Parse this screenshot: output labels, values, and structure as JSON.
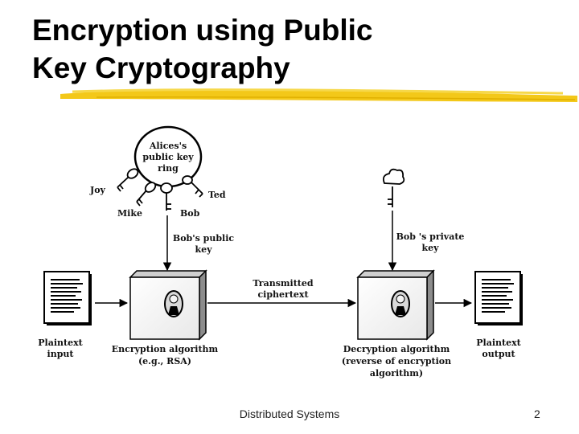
{
  "slide": {
    "title_line1": "Encryption using Public",
    "title_line2": "Key Cryptography",
    "footer_text": "Distributed Systems",
    "page_number": "2",
    "accent_color": "#f2c200"
  },
  "diagram": {
    "key_ring": {
      "lines": [
        "Alices's",
        "public key",
        "ring"
      ]
    },
    "people": {
      "joy": "Joy",
      "mike": "Mike",
      "bob": "Bob",
      "ted": "Ted"
    },
    "bobs_public_key": [
      "Bob's public",
      "key"
    ],
    "bobs_private_key": [
      "Bob 's private",
      "key"
    ],
    "transmitted": [
      "Transmitted",
      "ciphertext"
    ],
    "plaintext_input": [
      "Plaintext",
      "input"
    ],
    "plaintext_output": [
      "Plaintext",
      "output"
    ],
    "encryption_algorithm": [
      "Encryption algorithm",
      "(e.g., RSA)"
    ],
    "decryption_algorithm": [
      "Decryption algorithm",
      "(reverse of encryption",
      "algorithm)"
    ]
  }
}
